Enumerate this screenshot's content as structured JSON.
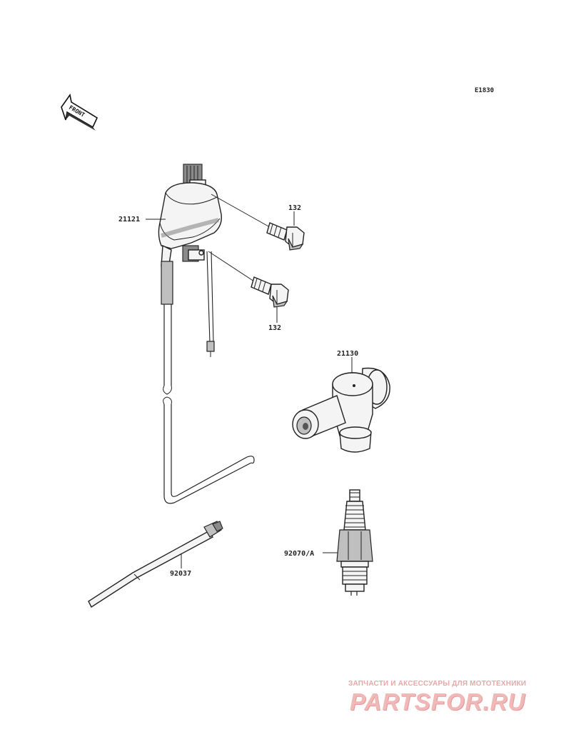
{
  "diagram_code": "E1830",
  "front_arrow_label": "FRONT",
  "parts": {
    "coil_assembly": "21121",
    "bolt_upper": "132",
    "bolt_lower": "132",
    "plug_cap": "21130",
    "cable_tie": "92037",
    "spark_plug": "92070/A"
  },
  "watermark": {
    "subtitle": "ЗАПЧАСТИ И АКСЕССУАРЫ ДЛЯ МОТОТЕХНИКИ",
    "brand": "PARTSFOR.RU"
  },
  "colors": {
    "line": "#222222",
    "watermark": "#f1b8b8"
  }
}
